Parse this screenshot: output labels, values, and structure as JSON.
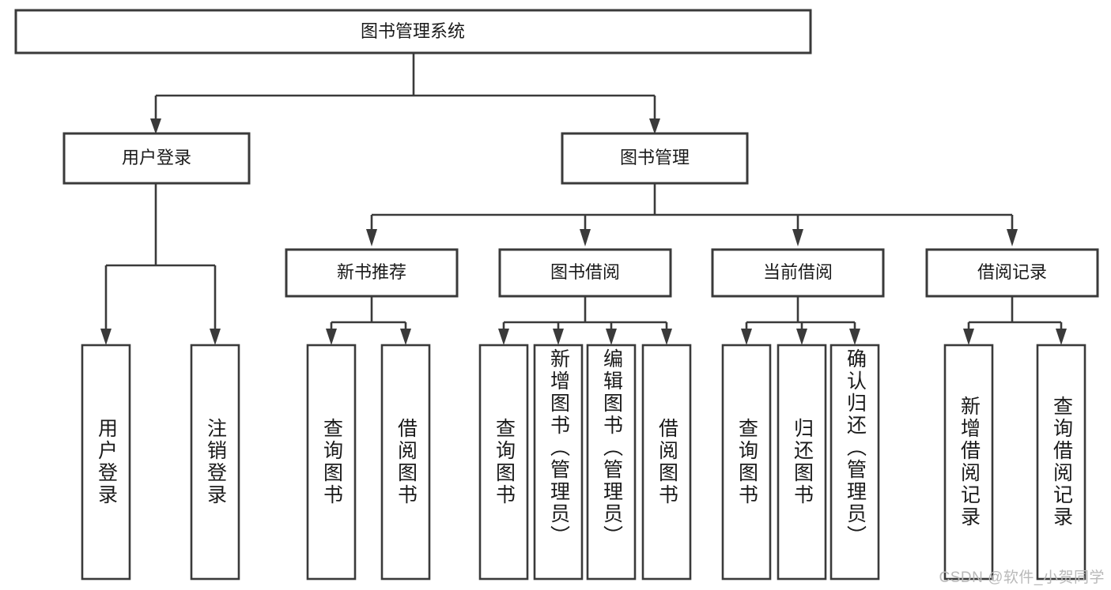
{
  "diagram": {
    "type": "tree-hierarchy",
    "title": "图书管理系统",
    "orientation": "top-down",
    "root": {
      "id": "root",
      "label": "图书管理系统"
    },
    "level2": [
      {
        "id": "user-login",
        "label": "用户登录"
      },
      {
        "id": "book-manage",
        "label": "图书管理"
      }
    ],
    "level3": [
      {
        "id": "new-book-recommend",
        "label": "新书推荐",
        "parent": "book-manage"
      },
      {
        "id": "book-borrow",
        "label": "图书借阅",
        "parent": "book-manage"
      },
      {
        "id": "current-borrow",
        "label": "当前借阅",
        "parent": "book-manage"
      },
      {
        "id": "borrow-record",
        "label": "借阅记录",
        "parent": "book-manage"
      }
    ],
    "leaves": [
      {
        "id": "leaf-user-login",
        "label": "用户登录",
        "parent": "user-login"
      },
      {
        "id": "leaf-logout",
        "label": "注销登录",
        "parent": "user-login"
      },
      {
        "id": "leaf-query-book-1",
        "label": "查询图书",
        "parent": "new-book-recommend"
      },
      {
        "id": "leaf-borrow-book-1",
        "label": "借阅图书",
        "parent": "new-book-recommend"
      },
      {
        "id": "leaf-query-book-2",
        "label": "查询图书",
        "parent": "book-borrow"
      },
      {
        "id": "leaf-add-book",
        "label": "新增图书（管理员）",
        "parent": "book-borrow"
      },
      {
        "id": "leaf-edit-book",
        "label": "编辑图书（管理员）",
        "parent": "book-borrow"
      },
      {
        "id": "leaf-borrow-book-2",
        "label": "借阅图书",
        "parent": "book-borrow"
      },
      {
        "id": "leaf-query-book-3",
        "label": "查询图书",
        "parent": "current-borrow"
      },
      {
        "id": "leaf-return-book",
        "label": "归还图书",
        "parent": "current-borrow"
      },
      {
        "id": "leaf-confirm-return",
        "label": "确认归还（管理员）",
        "parent": "current-borrow"
      },
      {
        "id": "leaf-add-record",
        "label": "新增借阅记录",
        "parent": "borrow-record"
      },
      {
        "id": "leaf-query-record",
        "label": "查询借阅记录",
        "parent": "borrow-record"
      }
    ],
    "colors": {
      "stroke": "#3a3a3a",
      "fill": "#ffffff",
      "text": "#1a1a1a",
      "watermark": "#b9b9b9"
    }
  },
  "watermark": {
    "text": "CSDN @软件_小贺同学"
  }
}
